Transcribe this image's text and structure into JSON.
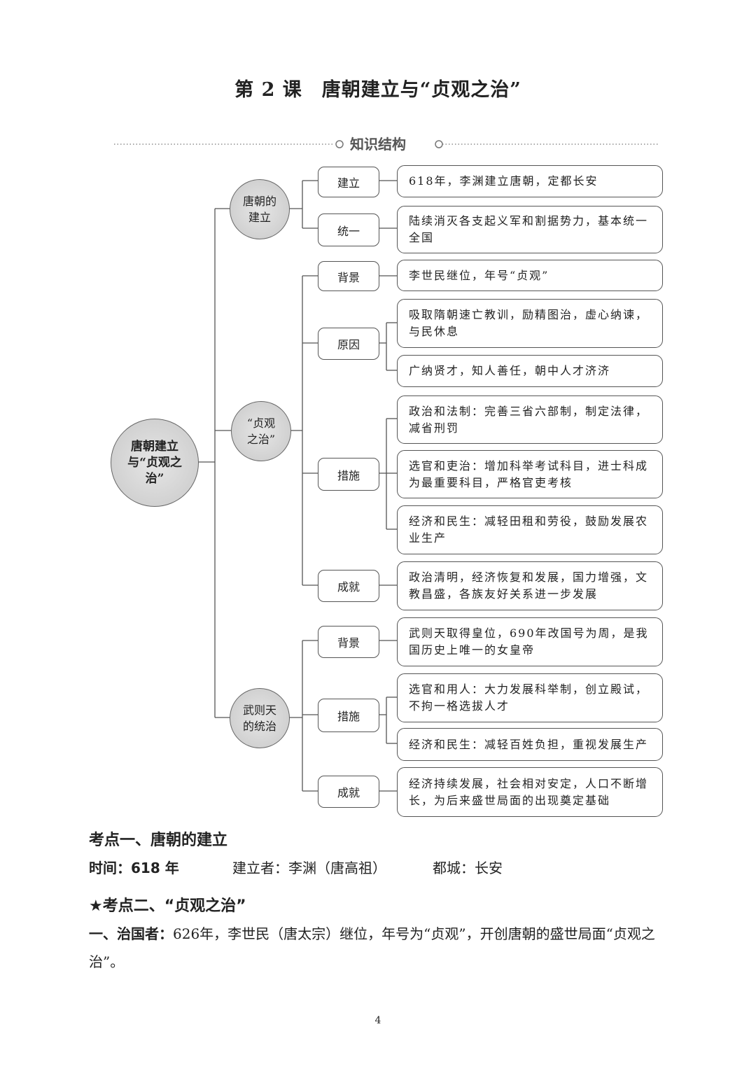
{
  "title": "第 2 课　唐朝建立与“贞观之治”",
  "section_label": "知识结构",
  "mindmap": {
    "root": "唐朝建立与“贞观之治”",
    "branches": [
      {
        "label": "唐朝的建立",
        "cats": [
          {
            "label": "建立",
            "items": [
              "618年，李渊建立唐朝，定都长安"
            ]
          },
          {
            "label": "统一",
            "items": [
              "陆续消灭各支起义军和割据势力，基本统一全国"
            ]
          }
        ]
      },
      {
        "label": "“贞观之治”",
        "cats": [
          {
            "label": "背景",
            "items": [
              "李世民继位，年号“贞观”"
            ]
          },
          {
            "label": "原因",
            "items": [
              "吸取隋朝速亡教训，励精图治，虚心纳谏，与民休息",
              "广纳贤才，知人善任，朝中人才济济"
            ]
          },
          {
            "label": "措施",
            "items": [
              "政治和法制：完善三省六部制，制定法律，减省刑罚",
              "选官和吏治：增加科举考试科目，进士科成为最重要科目，严格官吏考核",
              "经济和民生：减轻田租和劳役，鼓励发展农业生产"
            ]
          },
          {
            "label": "成就",
            "items": [
              "政治清明，经济恢复和发展，国力增强，文教昌盛，各族友好关系进一步发展"
            ]
          }
        ]
      },
      {
        "label": "武则天的统治",
        "cats": [
          {
            "label": "背景",
            "items": [
              "武则天取得皇位，690年改国号为周，是我国历史上唯一的女皇帝"
            ]
          },
          {
            "label": "措施",
            "items": [
              "选官和用人：大力发展科举制，创立殿试，不拘一格选拔人才",
              "经济和民生：减轻百姓负担，重视发展生产"
            ]
          },
          {
            "label": "成就",
            "items": [
              "经济持续发展，社会相对安定，人口不断增长，为后来盛世局面的出现奠定基础"
            ]
          }
        ]
      }
    ]
  },
  "body": {
    "h1": "考点一、唐朝的建立",
    "time": "时间：618 年",
    "founder": "建立者：李渊（唐高祖）",
    "capital": "都城：长安",
    "h2": "★考点二、“贞观之治”",
    "p_label": "一、治国者：",
    "p_text": "626年，李世民（唐太宗）继位，年号为“贞观”，开创唐朝的盛世局面“贞观之治”。"
  },
  "page_number": "4"
}
